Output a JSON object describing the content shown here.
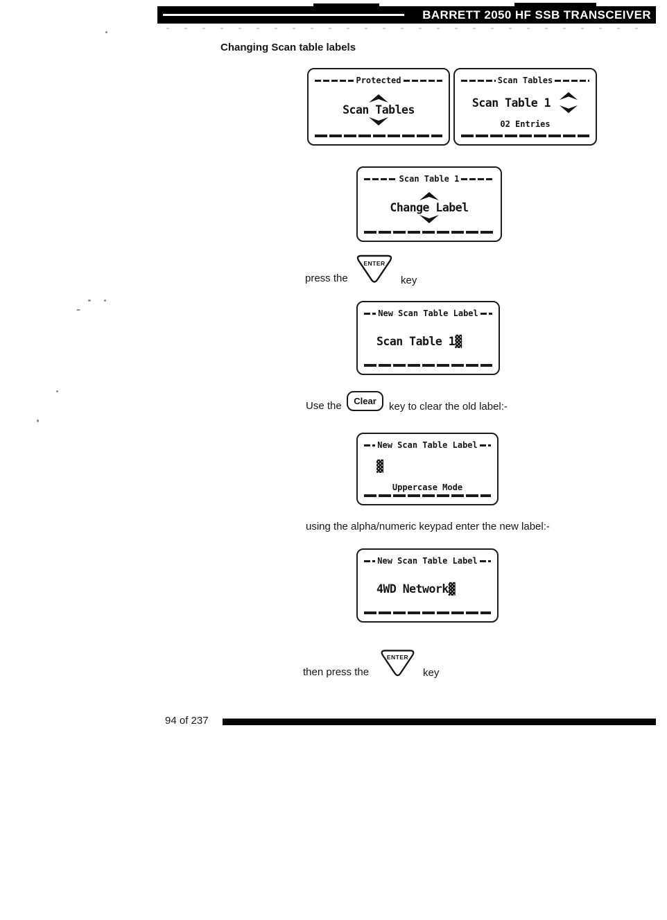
{
  "page": {
    "header_title": "BARRETT 2050 HF SSB TRANSCEIVER",
    "section_heading": "Changing Scan table labels",
    "footer_page": "94 of 237"
  },
  "keys": {
    "enter": "ENTER",
    "clear": "Clear"
  },
  "instructions": {
    "press_prefix": "press the",
    "press_suffix": "key",
    "clear_prefix": "Use the",
    "clear_suffix": "key to clear the old label:-",
    "keypad_line": "using the alpha/numeric keypad enter the new label:-",
    "then_prefix": "then press the",
    "then_suffix": "key"
  },
  "screens": [
    {
      "title": "Protected",
      "main": "Scan Tables"
    },
    {
      "title": "Scan Tables",
      "main": "Scan Table 1",
      "entries": "02 Entries"
    },
    {
      "title": "Scan Table 1",
      "main": "Change Label"
    },
    {
      "title": "New Scan Table Label",
      "main": "Scan Table 1",
      "cursor": "▓"
    },
    {
      "title": "New Scan Table Label",
      "cursor": "▓",
      "mode": "Uppercase Mode"
    },
    {
      "title": "New Scan Table Label",
      "main": "4WD Network",
      "cursor": "▓"
    }
  ],
  "colors": {
    "ink": "#141414",
    "header_bg": "#000000",
    "header_fg": "#ffffff"
  }
}
